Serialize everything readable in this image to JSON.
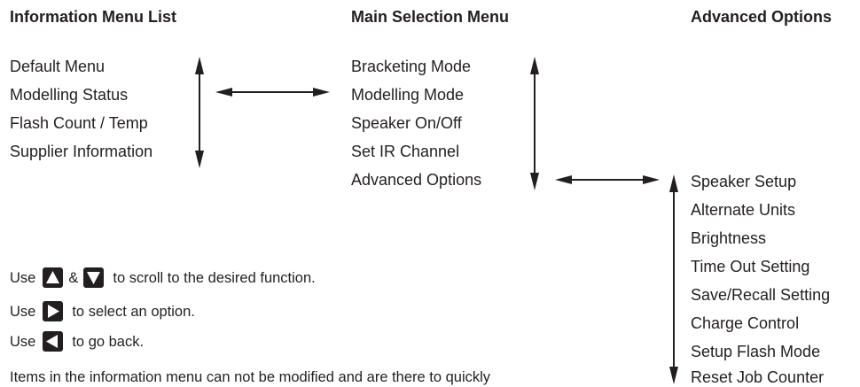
{
  "headings": {
    "info": "Information Menu List",
    "main": "Main Selection Menu",
    "advanced": "Advanced Options"
  },
  "info_items": [
    "Default Menu",
    "Modelling Status",
    "Flash Count / Temp",
    "Supplier Information"
  ],
  "main_items": [
    "Bracketing Mode",
    "Modelling Mode",
    "Speaker On/Off",
    "Set IR Channel",
    "Advanced Options"
  ],
  "advanced_items": [
    "Speaker Setup",
    "Alternate Units",
    "Brightness",
    "Time Out Setting",
    "Save/Recall Setting",
    "Charge Control",
    "Setup Flash Mode",
    "Reset Job Counter"
  ],
  "instructions": {
    "use": "Use",
    "and": "&",
    "scroll_text": "to scroll to the desired function.",
    "select_text": "to select an option.",
    "back_text": "to go back.",
    "note": "Items in the information menu can not be modified and are there to quickly"
  },
  "icons": {
    "up": "up-arrow-key-icon",
    "down": "down-arrow-key-icon",
    "right": "right-arrow-key-icon",
    "left": "left-arrow-key-icon"
  },
  "colors": {
    "text": "#231f20",
    "key_background": "#231f20",
    "key_glyph": "#ffffff"
  }
}
